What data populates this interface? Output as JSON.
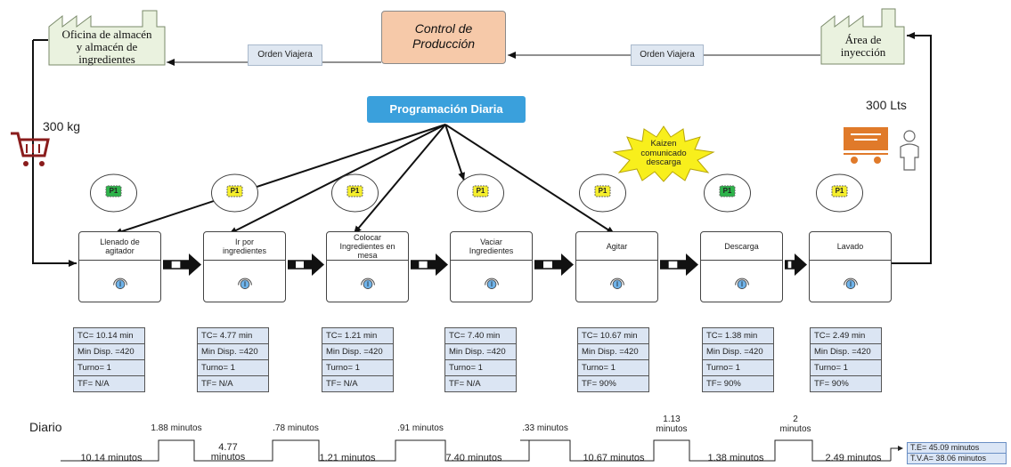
{
  "supplier": {
    "name": "Oficina de almacén\ny almacén de\ningredientes"
  },
  "customer": {
    "name": "Área de\ninyección"
  },
  "control": {
    "label": "Control de\nProducción"
  },
  "order_left": {
    "label": "Orden Viajera"
  },
  "order_right": {
    "label": "Orden Viajera"
  },
  "scheduling": {
    "label": "Programación Diaria"
  },
  "supplier_qty": {
    "label": "300 kg"
  },
  "customer_qty": {
    "label": "300 Lts"
  },
  "kaizen": {
    "label": "Kaizen\ncomunicado\ndescarga"
  },
  "kanban_colors": {
    "green": "#2db34a",
    "yellow": "#f5ee2c"
  },
  "processes": [
    {
      "name": "Llenado de\nagitador",
      "kanban_label": "P1",
      "kanban_color": "green",
      "tc": "TC= 10.14 min",
      "min": "Min Disp. =420",
      "turno": "Turno= 1",
      "tf": "TF= N/A"
    },
    {
      "name": "Ir por\ningredientes",
      "kanban_label": "P1",
      "kanban_color": "yellow",
      "tc": "TC= 4.77 min",
      "min": "Min Disp. =420",
      "turno": "Turno= 1",
      "tf": "TF= N/A"
    },
    {
      "name": "Colocar\nIngredientes en\nmesa",
      "kanban_label": "P1",
      "kanban_color": "yellow",
      "tc": "TC= 1.21 min",
      "min": "Min Disp. =420",
      "turno": "Turno= 1",
      "tf": "TF= N/A"
    },
    {
      "name": "Vaciar\nIngredientes",
      "kanban_label": "P1",
      "kanban_color": "yellow",
      "tc": "TC= 7.40 min",
      "min": "Min Disp. =420",
      "turno": "Turno= 1",
      "tf": "TF= N/A"
    },
    {
      "name": "Agitar",
      "kanban_label": "P1",
      "kanban_color": "yellow",
      "tc": "TC= 10.67 min",
      "min": "Min Disp. =420",
      "turno": "Turno= 1",
      "tf": "TF= 90%"
    },
    {
      "name": "Descarga",
      "kanban_label": "P1",
      "kanban_color": "green",
      "tc": "TC= 1.38 min",
      "min": "Min Disp. =420",
      "turno": "Turno= 1",
      "tf": "TF= 90%"
    },
    {
      "name": "Lavado",
      "kanban_label": "P1",
      "kanban_color": "yellow",
      "tc": "TC= 2.49 min",
      "min": "Min Disp. =420",
      "turno": "Turno= 1",
      "tf": "TF= 90%"
    }
  ],
  "timeline": {
    "label": "Diario",
    "waits": [
      "1.88 minutos",
      ".78 minutos",
      ".91 minutos",
      ".33 minutos",
      "1.13\nminutos",
      "2\nminutos"
    ],
    "process_times": [
      "10.14 minutos",
      "4.77\nminutos",
      "1.21 minutos",
      "7.40 minutos",
      "10.67 minutos",
      "1.38 minutos",
      "2.49 minutos"
    ]
  },
  "summary": {
    "te": "T.E= 45.09 minutos",
    "tva": "T.V.A= 38.06 minutos"
  }
}
